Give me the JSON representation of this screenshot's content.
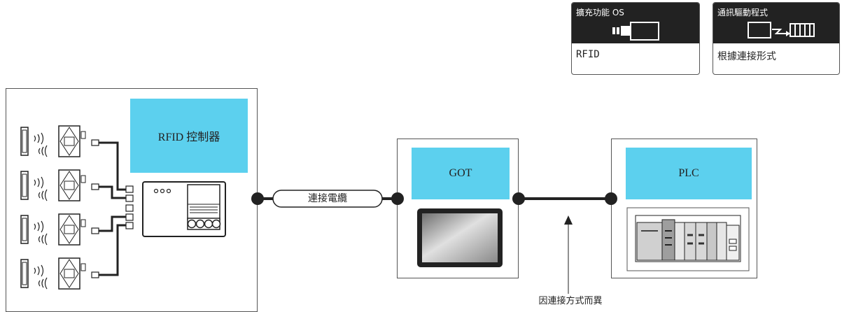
{
  "info_cards": [
    {
      "header": "擴充功能 OS",
      "value": "RFID"
    },
    {
      "header": "通訊驅動程式",
      "value": "根據連接形式"
    }
  ],
  "rfid_controller": {
    "label": "RFID 控制器"
  },
  "cable": {
    "label": "連接電纜"
  },
  "got": {
    "label": "GOT"
  },
  "plc": {
    "label": "PLC"
  },
  "connection_note": "因連接方式而異",
  "colors": {
    "cyan": "#5cd0ee",
    "dark": "#222222",
    "border": "#555555"
  }
}
